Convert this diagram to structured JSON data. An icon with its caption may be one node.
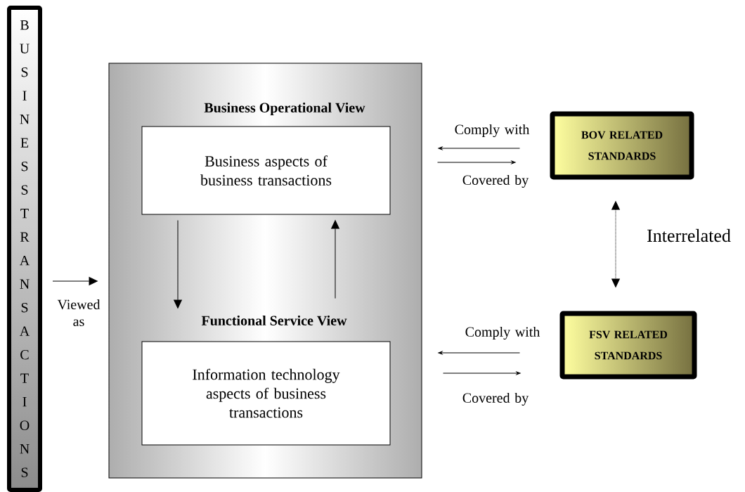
{
  "diagram": {
    "nodes": [
      {
        "text": [
          "BUSINESS TRANSACTIONS"
        ]
      },
      {
        "text": [],
        "shape": "box"
      },
      {
        "text": [
          "Business Operational View",
          "Business aspects of business transactions"
        ],
        "in": 1
      },
      {
        "text": [
          "Functional Service View",
          "Information technology aspects of business transactions"
        ],
        "in": 1
      },
      {
        "text": [
          "BOV RELATED STANDARDS"
        ]
      },
      {
        "text": [
          "FSV RELATED STANDARDS"
        ]
      }
    ],
    "edges": [
      {
        "from": 0,
        "to": 1,
        "arrow": "to",
        "label": "Viewed as"
      },
      {
        "from": 2,
        "to": 3,
        "arrow": "to"
      },
      {
        "from": 3,
        "to": 2,
        "arrow": "to"
      },
      {
        "from": 4,
        "to": 1,
        "arrow": "to",
        "label": "Comply with"
      },
      {
        "from": 1,
        "to": 4,
        "arrow": "to",
        "label": "Covered by"
      },
      {
        "from": 4,
        "to": 5,
        "arrow": "both",
        "style": "dashed",
        "label": "Interrelated"
      },
      {
        "from": 5,
        "to": 1,
        "arrow": "to",
        "label": "Comply with"
      },
      {
        "from": 1,
        "to": 5,
        "arrow": "to",
        "label": "Covered by"
      }
    ]
  }
}
